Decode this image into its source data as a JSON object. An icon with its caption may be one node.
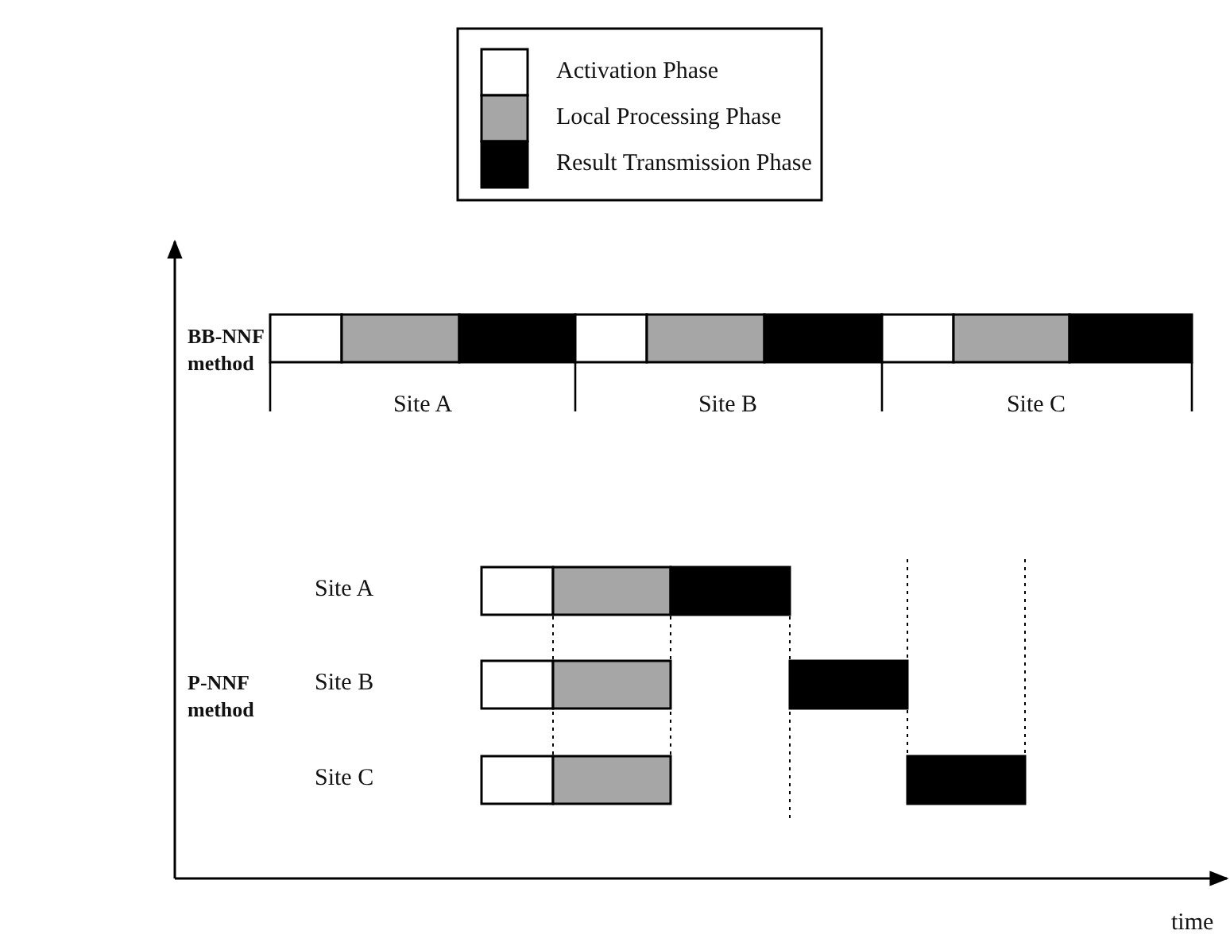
{
  "diagram": {
    "labels": [
      "BB-NNF method",
      "Site A",
      "Site B",
      "Site C",
      "Site A",
      "P-NNF method",
      "Site B",
      "Site C",
      "time"
    ],
    "legend": [
      {
        "text": "Activation Phase",
        "color": "#ffffff"
      },
      {
        "text": "Local Processing Phase",
        "color": "#a6a6a6"
      },
      {
        "text": "Result Transmission Phase",
        "color": "#000000"
      }
    ]
  }
}
